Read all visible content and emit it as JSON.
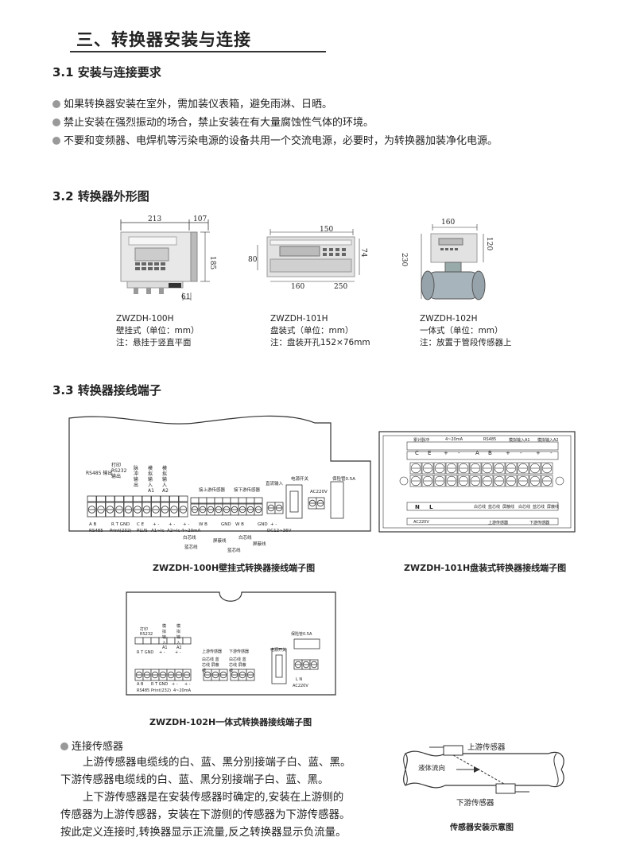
{
  "main_title": "三、转换器安装与连接",
  "sec31": {
    "heading": "3.1  安装与连接要求",
    "bullets": [
      "如果转换器安装在室外，需加装仪表箱，避免雨淋、日晒。",
      "禁止安装在强烈振动的场合，禁止安装在有大量腐蚀性气体的环境。",
      "不要和变频器、电焊机等污染电源的设备共用一个交流电源，必要时，为转换器加装净化电源。"
    ]
  },
  "sec32": {
    "heading": "3.2  转换器外形图",
    "models": [
      {
        "name": "ZWZDH-100H",
        "line2": "壁挂式（单位：mm）",
        "line3": "注：悬挂于竖直平面",
        "dims": [
          "213",
          "107",
          "185",
          "61"
        ]
      },
      {
        "name": "ZWZDH-101H",
        "line2": "盘装式（单位：mm）",
        "line3": "注：盘装开孔152×76mm",
        "dims": [
          "150",
          "80",
          "74",
          "160",
          "250"
        ]
      },
      {
        "name": "ZWZDH-102H",
        "line2": "一体式（单位：mm）",
        "line3": "注：放置于管段传感器上",
        "dims": [
          "160",
          "120",
          "230"
        ]
      }
    ]
  },
  "sec33": {
    "heading": "3.3  转换器接线端子",
    "fig100_caption": "ZWZDH-100H壁挂式转换器接线端子图",
    "fig101_caption": "ZWZDH-101H盘装式转换器接线端子图",
    "fig102_caption": "ZWZDH-102H一体式转换器接线端子图",
    "fig100": {
      "group_labels": [
        "RS485 输出",
        "打印 RS232 输出",
        "脉冲输出",
        "模拟输入 A1",
        "模拟输入 A2",
        "接上游传感器",
        "接下游传感器",
        "直流输入",
        "电源开关",
        "AC220V",
        "保险管0.5A"
      ],
      "bottom_labels": [
        "A  B",
        "R  T  GND",
        "C  E",
        "+  -",
        "+  -",
        "+  -",
        "W   B",
        "GND",
        "W   B",
        "GND",
        "+  -"
      ],
      "bottom_sub": [
        "RS485",
        "Print(232)",
        "PLUS",
        "A1~Ic",
        "A2~Ic",
        "4~20mA",
        "DC12~36V"
      ],
      "wire_labels": [
        "白芯线",
        "蓝芯线",
        "屏蔽线",
        "白芯线",
        "屏蔽线",
        "蓝芯线"
      ]
    },
    "fig101": {
      "header": [
        "累计脉冲",
        "4~20mA",
        "RS485",
        "模拟输入A1",
        "模拟输入A2"
      ],
      "row1": [
        "C",
        "E",
        "+",
        "-",
        "A",
        "B",
        "+",
        "-",
        "+",
        "-"
      ],
      "row4": [
        "N",
        "L",
        "白芯线",
        "蓝芯线",
        "屏蔽线",
        "白芯线",
        "蓝芯线",
        "屏蔽线"
      ],
      "row5": [
        "AC220V",
        "上游传感器",
        "下游传感器"
      ]
    },
    "fig102": {
      "top_labels": [
        "打印 RS232",
        "模拟输入 A1",
        "模拟输入 A2",
        "上游传感器",
        "下游传感器",
        "电源开关",
        "保险管0.5A"
      ],
      "mid_labels": [
        "R  T  GND",
        "+  -",
        "+  -",
        "白芯线 蓝芯线 屏蔽线",
        "白芯线 蓝芯线 屏蔽线"
      ],
      "bottom_labels": [
        "A  B",
        "R  T  GND",
        "+  -",
        "+  -",
        "L   N"
      ],
      "bottom_sub": [
        "RS485",
        "Print(232)",
        "4~20mA",
        "AC220V"
      ]
    }
  },
  "connect": {
    "heading": "连接传感器",
    "paragraph": [
      "上游传感器电缆线的白、蓝、黑分别接端子白、蓝、黑。",
      "下游传感器电缆线的白、蓝、黑分别接端子白、蓝、黑。",
      "上下游传感器是在安装传感器时确定的,安装在上游侧的",
      "传感器为上游传感器，安装在下游侧的传感器为下游传感器。",
      "按此定义连接时,转换器显示正流量,反之转换器显示负流量。"
    ],
    "diagram": {
      "upstream": "上游传感器",
      "downstream": "下游传感器",
      "flow": "液体流向",
      "caption": "传感器安装示意图"
    }
  }
}
